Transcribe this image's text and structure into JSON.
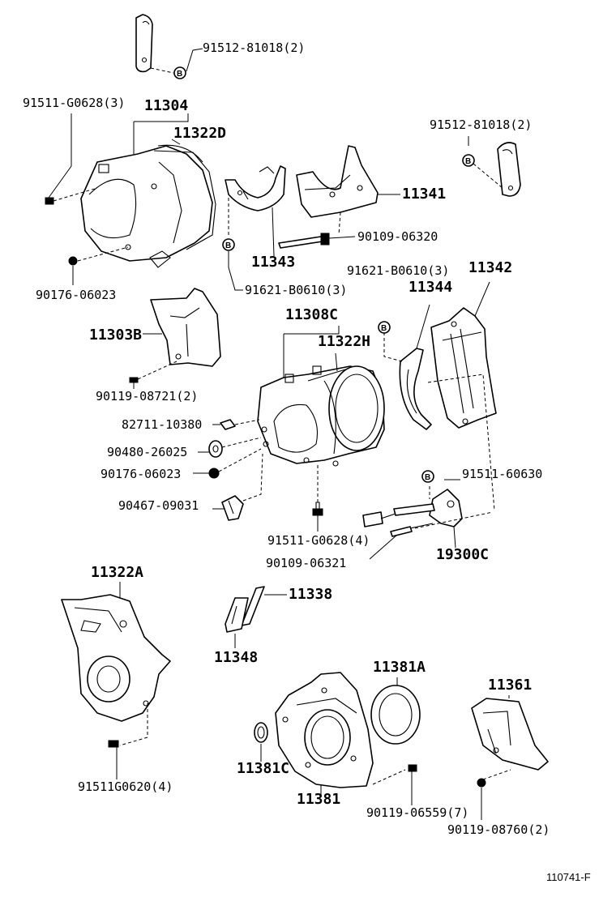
{
  "labels": {
    "p91512_81018_top": "91512-81018(2)",
    "p91511_G0628_3": "91511-G0628(3)",
    "p11304": "11304",
    "p11322D": "11322D",
    "p91512_81018_right": "91512-81018(2)",
    "p11341": "11341",
    "p90109_06320": "90109-06320",
    "p11343": "11343",
    "p90176_06023_top": "90176-06023",
    "p91621_B0610_left": "91621-B0610(3)",
    "p91621_B0610_right": "91621-B0610(3)",
    "p11342": "11342",
    "p11344": "11344",
    "p11303B": "11303B",
    "p11308C": "11308C",
    "p11322H": "11322H",
    "p90119_08721": "90119-08721(2)",
    "p82711_10380": "82711-10380",
    "p90480_26025": "90480-26025",
    "p90176_06023_mid": "90176-06023",
    "p91511_60630": "91511-60630",
    "p90467_09031": "90467-09031",
    "p91511_G0628_4": "91511-G0628(4)",
    "p90109_06321": "90109-06321",
    "p19300C": "19300C",
    "p11322A": "11322A",
    "p11338": "11338",
    "p11348": "11348",
    "p11381A": "11381A",
    "p11361": "11361",
    "p11381C": "11381C",
    "p91511G0620": "91511G0620(4)",
    "p11381": "11381",
    "p90119_06559": "90119-06559(7)",
    "p90119_08760": "90119-08760(2)",
    "ref_code": "110741-F"
  },
  "marker_letter": "B"
}
